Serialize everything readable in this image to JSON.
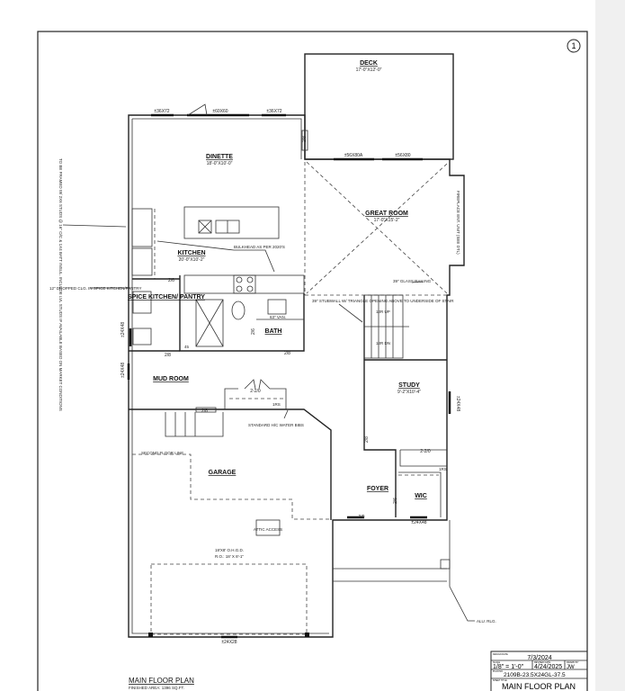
{
  "sheet_number": "1",
  "rooms": {
    "deck": {
      "name": "DECK",
      "size": "17'-0\"X12'-0\""
    },
    "dinette": {
      "name": "DINETTE",
      "size": "18'-0\"X10'-0\""
    },
    "great_room": {
      "name": "GREAT ROOM",
      "size": "17'-0\"X15'-2\""
    },
    "kitchen": {
      "name": "KITCHEN",
      "size": "20'-0\"X10'-2\""
    },
    "spice_kitchen": {
      "name": "SPICE KITCHEN/ PANTRY"
    },
    "bath": {
      "name": "BATH"
    },
    "mud_room": {
      "name": "MUD ROOM"
    },
    "study": {
      "name": "STUDY",
      "size": "9'-2\"X10'-4\""
    },
    "garage": {
      "name": "GARAGE"
    },
    "foyer": {
      "name": "FOYER"
    },
    "wic": {
      "name": "WIC"
    }
  },
  "windows": {
    "dinette_left": "±36X72",
    "dinette_door": "±60X60",
    "dinette_right": "±36X72",
    "great_left": "±56X80A",
    "great_right": "±56X80",
    "spice": "±24X48",
    "mud": "±24X48",
    "study": "±24X48",
    "foyer": "±24X48",
    "garage": "±24X28"
  },
  "doors": {
    "deck": "2/8",
    "spice": "2/6",
    "spice_bottom": "2/8",
    "bath_inner": "2/6",
    "bath": "2/8",
    "mud_garage": "2/8",
    "mud_closet": "2-2/0",
    "study": "2/8",
    "study_closet": "2-2/0",
    "front": "3/0",
    "wic": "2/6"
  },
  "notes": {
    "framing": "TO BE FRAMED W/ 2X6 STUDS @ 16\" O/C & 1X4 BATT INSUL. INCLUDE LVL STUDS IF AVAILABLE BASED ON MARKET CONDITIONS",
    "bulkhead": "BULKHEAD AS PER 2020'S",
    "dropped_clg": "12\" DROPPED CLG. IN SPICE KITCHEN/PANTRY",
    "fireplace": "FIREPLACE ENT. UNIT (SEE DTL)",
    "glass_railing": "39\" GLASS RAILING",
    "stubwall": "39\" STUBWALL W/ TRIANGLE OPENING ABOVE TO UNDERSIDE OF STAIR",
    "vanity": "63\" VAN.",
    "hc_bibs": "STANDARD H/C WATER BIBS",
    "second_floor_line": "SECOND FLOOR LINE",
    "attic": "ATTIC ACCESS",
    "ohgd": "18'X8' O.H.G.D.",
    "ro": "R.O.: 18' X 8'-1\"",
    "alu": "ALU. RLG.",
    "shower": "45",
    "shelf": "1RS",
    "stair_up": "12R UP",
    "stair_dn": "12R DN"
  },
  "footer": {
    "title": "MAIN FLOOR PLAN",
    "finished_area": "FINISHED AREA: 1396 SQ.FT."
  },
  "title_block": {
    "design_date_label": "DESIGN DATE",
    "design_date": "7/3/2024",
    "scale_label": "SCALE",
    "scale": "1/8\" = 1'-0\"",
    "revised_label": "REVISED DATE",
    "revised": "4/24/2025",
    "drawn_label": "DRAWN BY",
    "drawn": "JW",
    "plan_label": "PLAN NO.",
    "plan_no": "2109B-23.5X24GL-37.5",
    "sheet_title_label": "SHEET TITLE",
    "sheet_title": "MAIN FLOOR PLAN"
  }
}
